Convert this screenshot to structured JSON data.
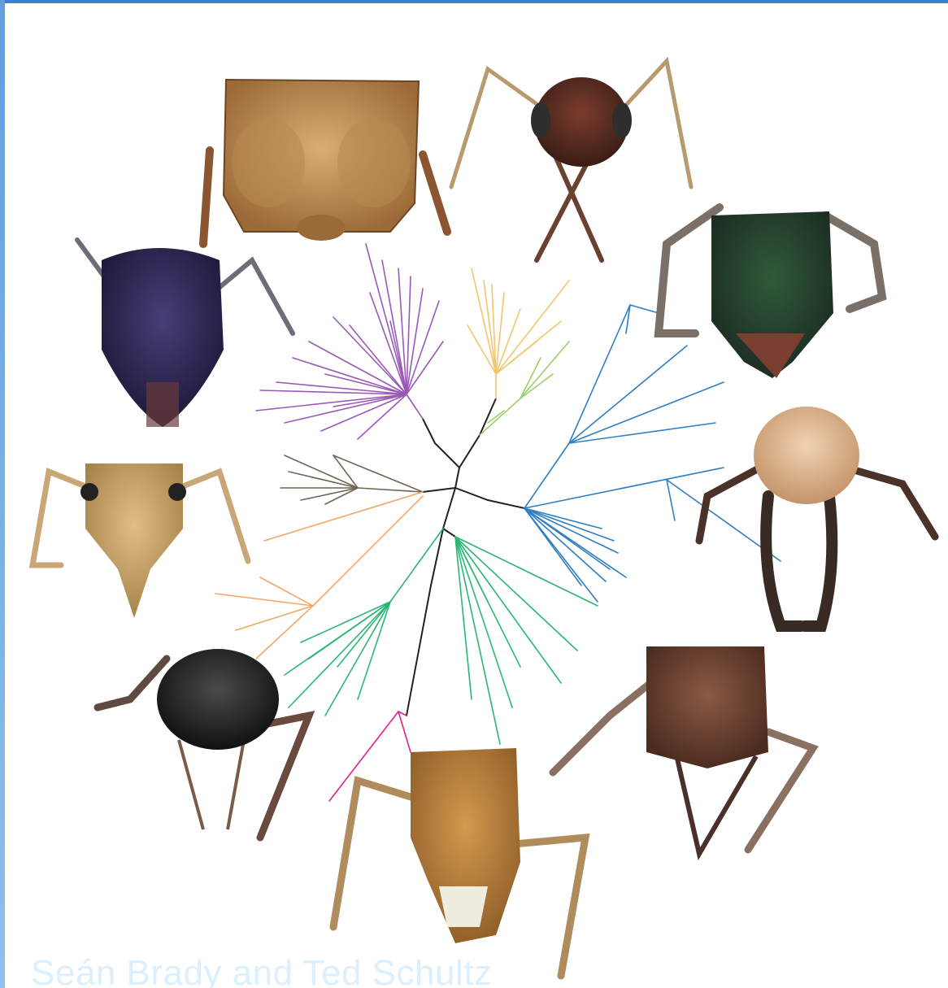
{
  "credit": "Seán Brady and Ted Schultz",
  "colors": {
    "frame": "#3c7fd0",
    "trunk": "#222222",
    "clade_purple": "#9b59b6",
    "clade_yellow": "#f2c66d",
    "clade_lightgreen": "#9ccf6b",
    "clade_blue": "#2f7fc1",
    "clade_gray": "#6f6455",
    "clade_orange": "#f0a868",
    "clade_green": "#2bb673",
    "clade_magenta": "#e0208f"
  },
  "specimens": [
    {
      "name": "ant-head-specimen-1",
      "icon": "ant-head-icon"
    },
    {
      "name": "ant-head-specimen-2",
      "icon": "ant-head-icon"
    },
    {
      "name": "ant-head-specimen-3",
      "icon": "ant-head-icon"
    },
    {
      "name": "ant-head-specimen-4",
      "icon": "ant-head-icon"
    },
    {
      "name": "ant-head-specimen-5",
      "icon": "ant-head-icon"
    },
    {
      "name": "ant-head-specimen-6",
      "icon": "ant-head-icon"
    },
    {
      "name": "ant-head-specimen-7",
      "icon": "ant-head-icon"
    },
    {
      "name": "ant-head-specimen-8",
      "icon": "ant-head-icon"
    },
    {
      "name": "ant-head-specimen-9",
      "icon": "ant-head-icon"
    }
  ]
}
